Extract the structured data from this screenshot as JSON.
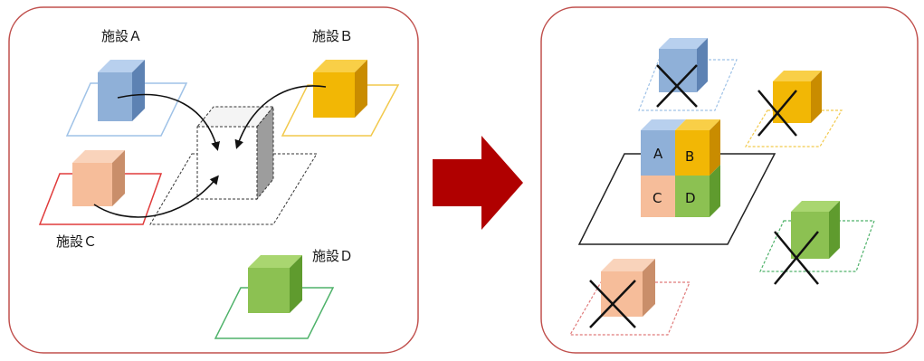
{
  "before": {
    "facilities": [
      {
        "label": "施設Ａ",
        "letter": "A",
        "color": "#8fb0d8"
      },
      {
        "label": "施設Ｂ",
        "letter": "B",
        "color": "#f2b705"
      },
      {
        "label": "施設Ｃ",
        "letter": "C",
        "color": "#f6bd9a"
      },
      {
        "label": "施設Ｄ",
        "letter": "D",
        "color": "#8cc152"
      }
    ]
  },
  "after": {
    "combined": {
      "cells": [
        {
          "letter": "A",
          "color": "#8fb0d8"
        },
        {
          "letter": "B",
          "color": "#f2b705"
        },
        {
          "letter": "C",
          "color": "#f6bd9a"
        },
        {
          "letter": "D",
          "color": "#8cc152"
        }
      ]
    },
    "removed": [
      "A",
      "B",
      "C",
      "D"
    ]
  },
  "colors": {
    "panel_border": "#c0504d",
    "arrow_fill": "#b00000",
    "blue": "#8fb0d8",
    "orange": "#f2b705",
    "peach": "#f6bd9a",
    "green": "#8cc152"
  },
  "icons": [
    "right-arrow-icon",
    "cross-icon",
    "curved-arrow-icon"
  ]
}
